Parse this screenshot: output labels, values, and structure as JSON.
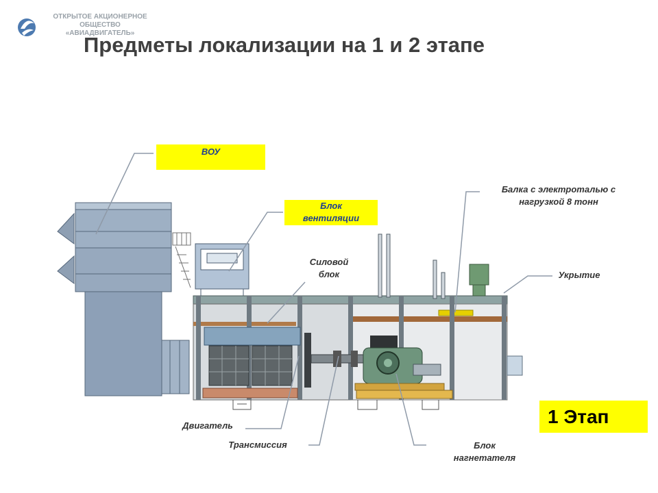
{
  "header": {
    "org_line1": "ОТКРЫТОЕ АКЦИОНЕРНОЕ",
    "org_line2": "ОБЩЕСТВО",
    "org_line3": "«АВИАДВИГАТЕЛЬ»",
    "title": "Предметы локализации на 1 и 2 этапе"
  },
  "labels": {
    "vou": "ВОУ",
    "vent_line1": "Блок",
    "vent_line2": "вентиляции",
    "power_line1": "Силовой",
    "power_line2": "блок",
    "beam_line1": "Балка с электроталью с",
    "beam_line2": "нагрузкой 8 тонн",
    "cover": "Укрытие",
    "engine": "Двигатель",
    "transmission": "Трансмиссия",
    "blower_line1": "Блок",
    "blower_line2": "нагнетателя"
  },
  "stage": "1 Этап",
  "colors": {
    "callout_bg": "#ffff00",
    "callout_text": "#1f3f8f",
    "leader": "#8f9aa8"
  }
}
